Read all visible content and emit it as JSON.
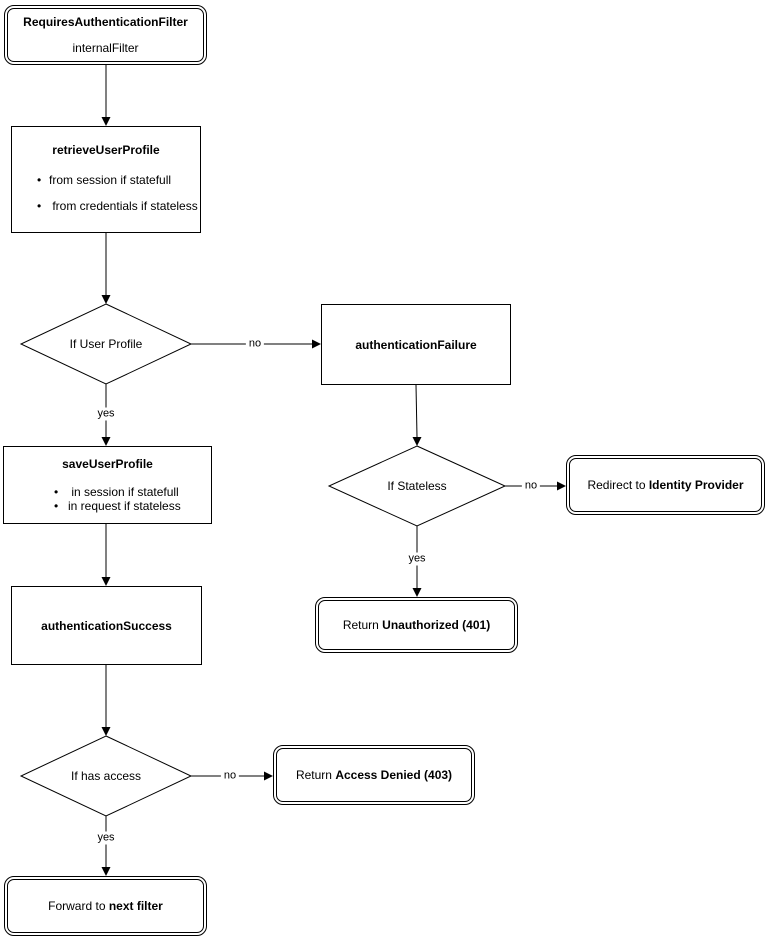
{
  "diagram": {
    "colors": {
      "stroke": "#000000",
      "background": "#ffffff",
      "text": "#000000"
    },
    "nodes": {
      "start": {
        "title": "RequiresAuthenticationFilter",
        "subtitle": "internalFilter"
      },
      "retrieve_user_profile": {
        "title": "retrieveUserProfile",
        "bullets": [
          "from session if statefull",
          " from credentials if stateless"
        ]
      },
      "if_user_profile": {
        "label": "If User Profile"
      },
      "authentication_failure": {
        "title": "authenticationFailure"
      },
      "save_user_profile": {
        "title": "saveUserProfile",
        "bullets": [
          " in session if statefull",
          "in request if stateless"
        ]
      },
      "authentication_success": {
        "title": "authenticationSuccess"
      },
      "if_stateless": {
        "label": "If Stateless"
      },
      "redirect_identity_provider": {
        "prefix": "Redirect to ",
        "emphasis": "Identity Provider"
      },
      "return_unauthorized": {
        "prefix": "Return ",
        "emphasis": "Unauthorized (401)"
      },
      "if_has_access": {
        "label": "If has access"
      },
      "return_access_denied": {
        "prefix": "Return ",
        "emphasis": "Access Denied (403)"
      },
      "forward_next_filter": {
        "prefix": "Forward to ",
        "emphasis": "next filter"
      }
    },
    "edges": {
      "if_user_profile_no": "no",
      "if_user_profile_yes": "yes",
      "if_stateless_no": "no",
      "if_stateless_yes": "yes",
      "if_has_access_no": "no",
      "if_has_access_yes": "yes"
    }
  }
}
